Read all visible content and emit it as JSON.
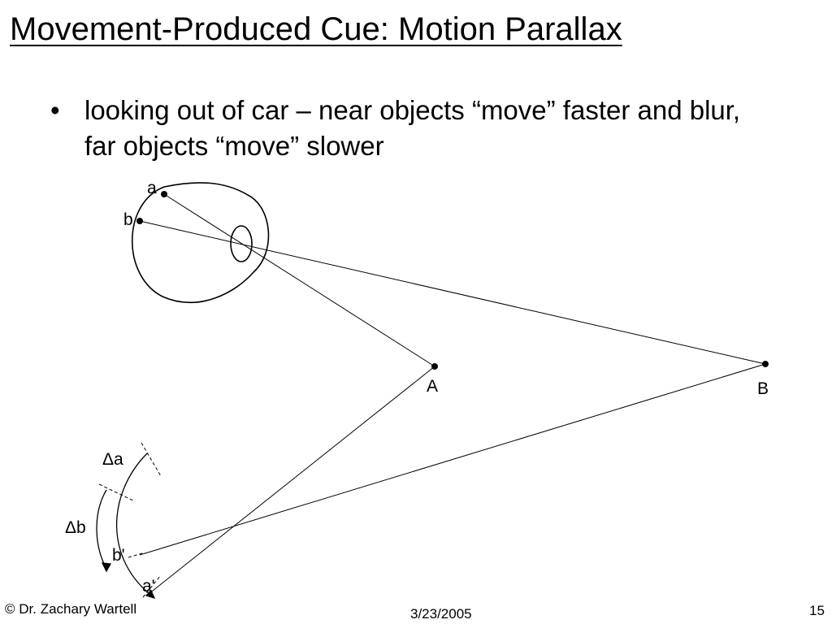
{
  "slide": {
    "title": "Movement-Produced Cue: Motion Parallax",
    "bullets": [
      {
        "marker": "•",
        "text": "looking out of car – near objects “move” faster and blur, far objects “move” slower"
      }
    ]
  },
  "diagram": {
    "labels": {
      "a": "a",
      "b": "b",
      "A": "A",
      "B": "B",
      "delta_a": "Δa",
      "delta_b": "Δb",
      "b_prime": "b'",
      "a_prime": "a'"
    }
  },
  "footer": {
    "copyright": "© Dr. Zachary Wartell",
    "date": "3/23/2005",
    "page": "15"
  }
}
